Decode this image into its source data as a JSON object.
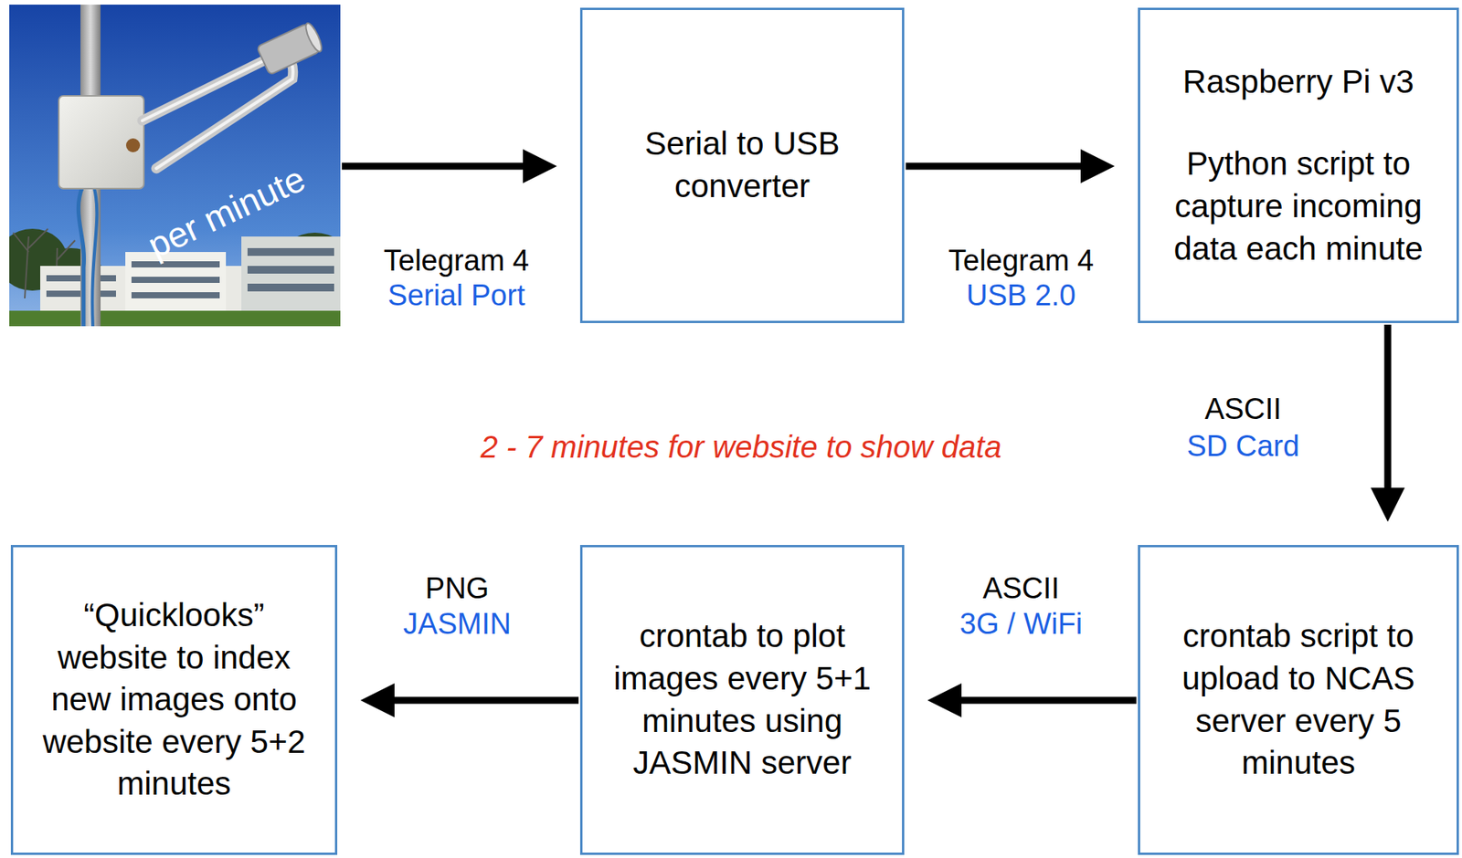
{
  "diagram": {
    "nodes": [
      {
        "text": [
          "per minute"
        ]
      },
      {
        "text": [
          "Serial to USB converter"
        ]
      },
      {
        "text": [
          "Raspberry Pi v3",
          "Python script to capture incoming data each minute"
        ]
      },
      {
        "text": [
          "crontab script to upload to NCAS server every 5 minutes"
        ]
      },
      {
        "text": [
          "crontab to plot images every 5+1 minutes using JASMIN server"
        ]
      },
      {
        "text": [
          "“Quicklooks” website to index new images onto website every 5+2 minutes"
        ]
      }
    ],
    "edges": [
      {
        "from": 0,
        "to": 1,
        "arrow": "to",
        "label": "Telegram 4"
      },
      {
        "from": 1,
        "to": 2,
        "arrow": "to",
        "label": "Telegram 4"
      },
      {
        "from": 2,
        "to": 3,
        "arrow": "to",
        "label": "ASCII"
      },
      {
        "from": 3,
        "to": 4,
        "arrow": "to",
        "label": "ASCII"
      },
      {
        "from": 4,
        "to": 5,
        "arrow": "to",
        "label": "PNG"
      }
    ],
    "labels": [
      "Serial Port",
      "USB 2.0",
      "SD Card",
      "3G / WiFi",
      "JASMIN",
      "2 - 7 minutes for website to show data"
    ]
  }
}
